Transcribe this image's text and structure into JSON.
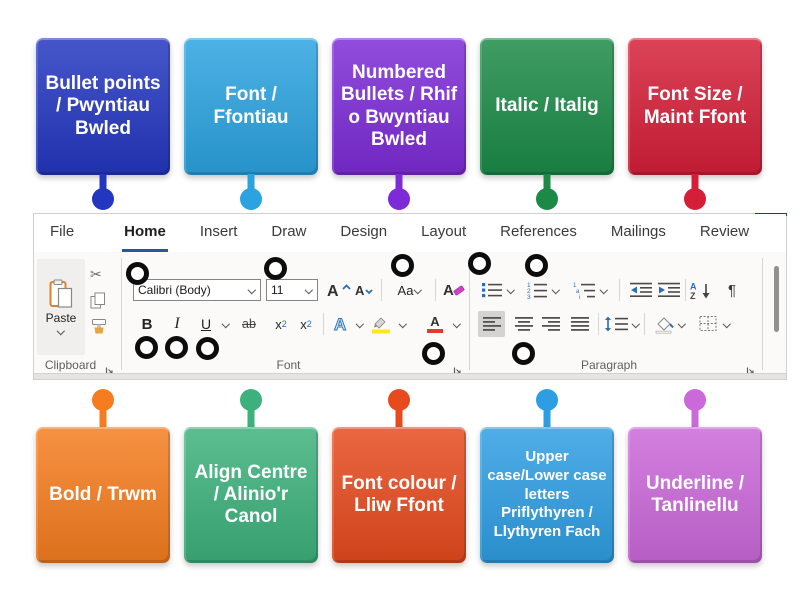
{
  "activity": {
    "top_labels": [
      {
        "label": "Bullet points / Pwyntiau Bwled",
        "color": "#2336c0"
      },
      {
        "label": "Font / Ffontiau",
        "color": "#2ba3e0"
      },
      {
        "label": "Numbered Bullets / Rhif o Bwyntiau Bwled",
        "color": "#7c2bd6"
      },
      {
        "label": "Italic / Italig",
        "color": "#1b8a47"
      },
      {
        "label": "Font Size / Maint Ffont",
        "color": "#d51f38"
      }
    ],
    "bottom_labels": [
      {
        "label": "Bold / Trwm",
        "color": "#f57d1f"
      },
      {
        "label": "Align Centre / Alinio'r Canol",
        "color": "#3cb17c"
      },
      {
        "label": "Font colour / Lliw Ffont",
        "color": "#e64a1d"
      },
      {
        "label": "Upper case/Lower case letters Priflythyren / Llythyren Fach",
        "color": "#2e9ee3"
      },
      {
        "label": "Underline / Tanlinellu",
        "color": "#cb68da"
      }
    ]
  },
  "ribbon": {
    "tabs": [
      "File",
      "Home",
      "Insert",
      "Draw",
      "Design",
      "Layout",
      "References",
      "Mailings",
      "Review"
    ],
    "active_tab": "Home",
    "clipboard": {
      "group_label": "Clipboard",
      "paste_label": "Paste"
    },
    "font": {
      "group_label": "Font",
      "font_name": "Calibri (Body)",
      "font_size": "11",
      "bold": "B",
      "italic": "I",
      "underline": "U",
      "strikethrough": "ab",
      "subscript": {
        "base": "x",
        "mark": "2"
      },
      "superscript": {
        "base": "x",
        "mark": "2"
      },
      "change_case": "Aa",
      "grow_font": "A",
      "shrink_font": "A",
      "text_effects": "A",
      "clear_formatting": "A",
      "font_color": "A"
    },
    "paragraph": {
      "group_label": "Paragraph",
      "sort": {
        "a": "A",
        "z": "Z"
      },
      "pilcrow": "¶",
      "numbered_digits": [
        "1",
        "2",
        "3"
      ],
      "multilevel_chars": [
        "1",
        "a",
        "i"
      ]
    },
    "icons": {
      "cut": "✂"
    },
    "colors": {
      "active_tab_underline": "#2b579a",
      "icon_blue": "#2b6cb8",
      "highlight_yellow": "#ffe812",
      "font_color_red": "#e03b2e",
      "marker_ring": "#0c0c0c"
    }
  }
}
